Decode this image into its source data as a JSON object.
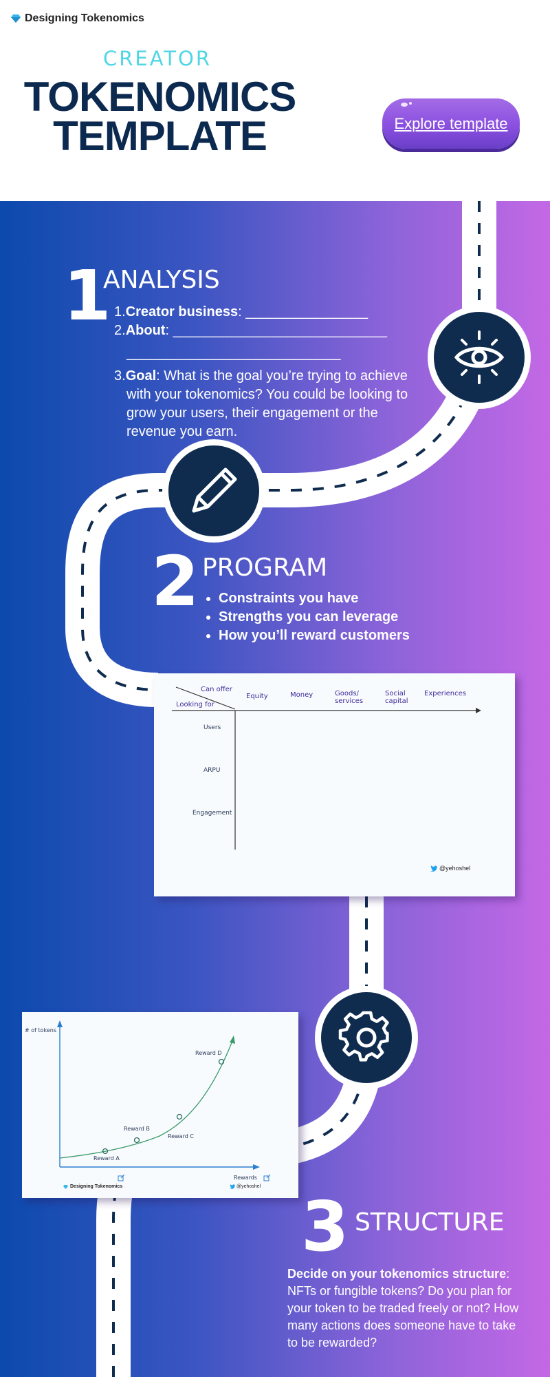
{
  "brand": {
    "name": "Designing Tokenomics"
  },
  "hero": {
    "kicker": "CREATOR",
    "title_line1": "TOKENOMICS",
    "title_line2": "TEMPLATE",
    "cta_label": "Explore template"
  },
  "colors": {
    "accent": "#4fd6e4",
    "navy": "#0f2c4f",
    "button": "#8a4fe0"
  },
  "analysis": {
    "number": "1",
    "title": "ANALYSIS",
    "items": [
      {
        "num": "1.",
        "label": "Creator business",
        "rest": ": ________________"
      },
      {
        "num": "2.",
        "label": "About",
        "rest": ": ____________________________"
      },
      {
        "num": "3.",
        "label": "Goal",
        "rest": ": What is the goal you’re trying to achieve with your tokenomics? You could be looking to grow your users, their engagement or the revenue you earn."
      }
    ],
    "blank_line": "____________________________"
  },
  "program": {
    "number": "2",
    "title": "PROGRAM",
    "bullets": [
      "Constraints you have",
      "Strengths you can leverage",
      "How you’ll reward customers"
    ]
  },
  "matrix": {
    "corner_top": "Can offer",
    "corner_bottom": "Looking for",
    "columns": [
      "Equity",
      "Money",
      "Goods/ services",
      "Social capital",
      "Experiences"
    ],
    "rows": [
      "Users",
      "ARPU",
      "Engagement"
    ],
    "handle": "@yehoshel"
  },
  "curve": {
    "ylabel": "# of tokens",
    "xlabel": "Rewards",
    "points": [
      "Reward A",
      "Reward B",
      "Reward C",
      "Reward D"
    ],
    "brand": "Designing Tokenomics",
    "handle": "@yehoshel"
  },
  "structure": {
    "number": "3",
    "title": "STRUCTURE",
    "lead": "Decide on your tokenomics structure",
    "body": ": NFTs or fungible tokens?  Do you plan for your token to be traded freely or not? How many actions does someone have to take to be rewarded?"
  },
  "icons": [
    "eye-icon",
    "pencil-icon",
    "gear-icon",
    "twitter-icon",
    "diamond-icon",
    "external-link-icon"
  ]
}
